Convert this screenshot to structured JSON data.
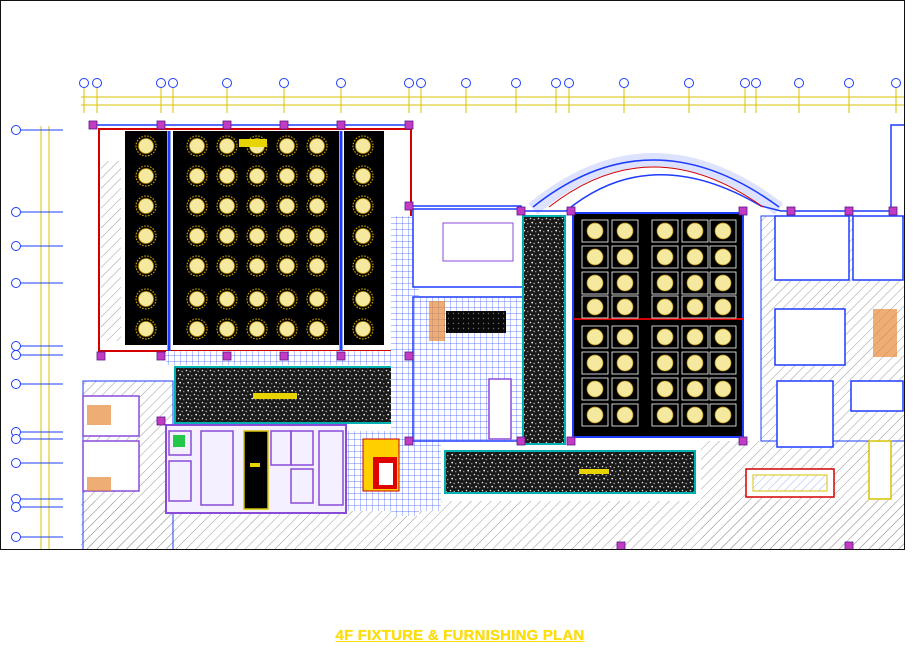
{
  "drawing": {
    "title": "4F  FIXTURE & FURNISHING PLAN"
  },
  "colors": {
    "background": "#ffffff",
    "dark_room": "#000000",
    "wall_blue": "#1e3cff",
    "grid_yellow": "#e8d400",
    "wall_red": "#d40000",
    "hatch_purple": "#8a4bd8",
    "table_gold": "#f5e9a0",
    "title_yellow": "#ffe000"
  },
  "layers": [
    "column-grid",
    "ballroom",
    "prefunction",
    "kitchen-core",
    "dining-hall",
    "service-rooms",
    "corridors"
  ]
}
